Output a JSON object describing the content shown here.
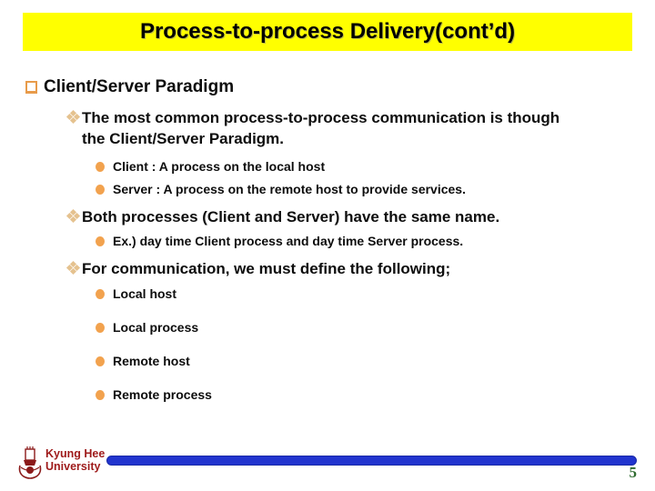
{
  "slide": {
    "title": "Process-to-process Delivery(cont’d)",
    "heading": "Client/Server Paradigm",
    "sections": [
      {
        "text": "The most common process-to-process communication is though the Client/Server Paradigm.",
        "children": [
          "Client : A process on the local host",
          "Server : A process on the remote host to provide services."
        ]
      },
      {
        "text": "Both processes (Client and Server) have the same name.",
        "children": [
          "Ex.) day time Client process and day time Server process."
        ]
      },
      {
        "text": "For communication, we must define the following;",
        "children": [
          "Local host",
          "Local process",
          "Remote host",
          "Remote process"
        ]
      }
    ]
  },
  "footer": {
    "university_line1": "Kyung Hee",
    "university_line2": "University",
    "page_number": "5"
  },
  "colors": {
    "title_background": "#ffff00",
    "square_bullet": "#e89b4a",
    "diamond_bullet": "#e5c28f",
    "circle_bullet": "#f2a24e",
    "footer_text": "#9e1a1a",
    "divider_bar": "#2134ce",
    "page_number": "#2f6b2f"
  }
}
